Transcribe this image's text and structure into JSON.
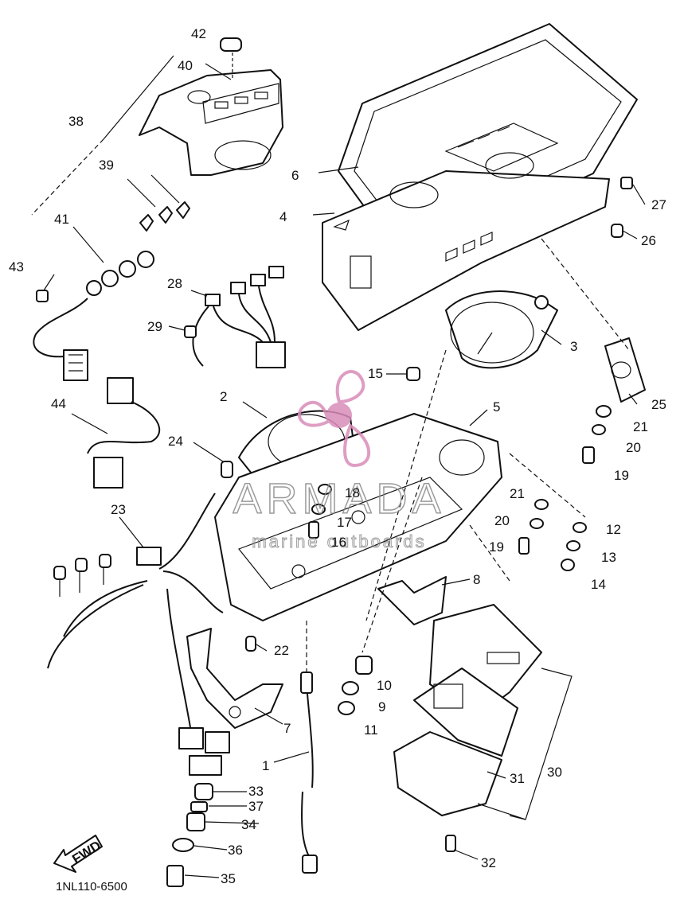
{
  "diagram": {
    "code": "1NL110-6500",
    "fwd_label": "FWD",
    "colors": {
      "line": "#111111",
      "watermark": "#d98cb8",
      "watermark_text": "#8a8a8a"
    }
  },
  "watermark": {
    "name": "ARMADA",
    "tagline": "marine outboards"
  },
  "callouts": {
    "c1": "1",
    "c2": "2",
    "c3": "3",
    "c4": "4",
    "c5": "5",
    "c6": "6",
    "c7": "7",
    "c8": "8",
    "c9": "9",
    "c10": "10",
    "c11": "11",
    "c12": "12",
    "c13": "13",
    "c14": "14",
    "c15": "15",
    "c16": "16",
    "c17": "17",
    "c18": "18",
    "c19a": "19",
    "c19b": "19",
    "c20a": "20",
    "c20b": "20",
    "c21a": "21",
    "c21b": "21",
    "c22": "22",
    "c23": "23",
    "c24": "24",
    "c25": "25",
    "c26": "26",
    "c27": "27",
    "c28": "28",
    "c29": "29",
    "c30": "30",
    "c31": "31",
    "c32": "32",
    "c33": "33",
    "c34": "34",
    "c35": "35",
    "c36": "36",
    "c37": "37",
    "c38": "38",
    "c39": "39",
    "c40": "40",
    "c41": "41",
    "c42": "42",
    "c43": "43",
    "c44": "44"
  }
}
